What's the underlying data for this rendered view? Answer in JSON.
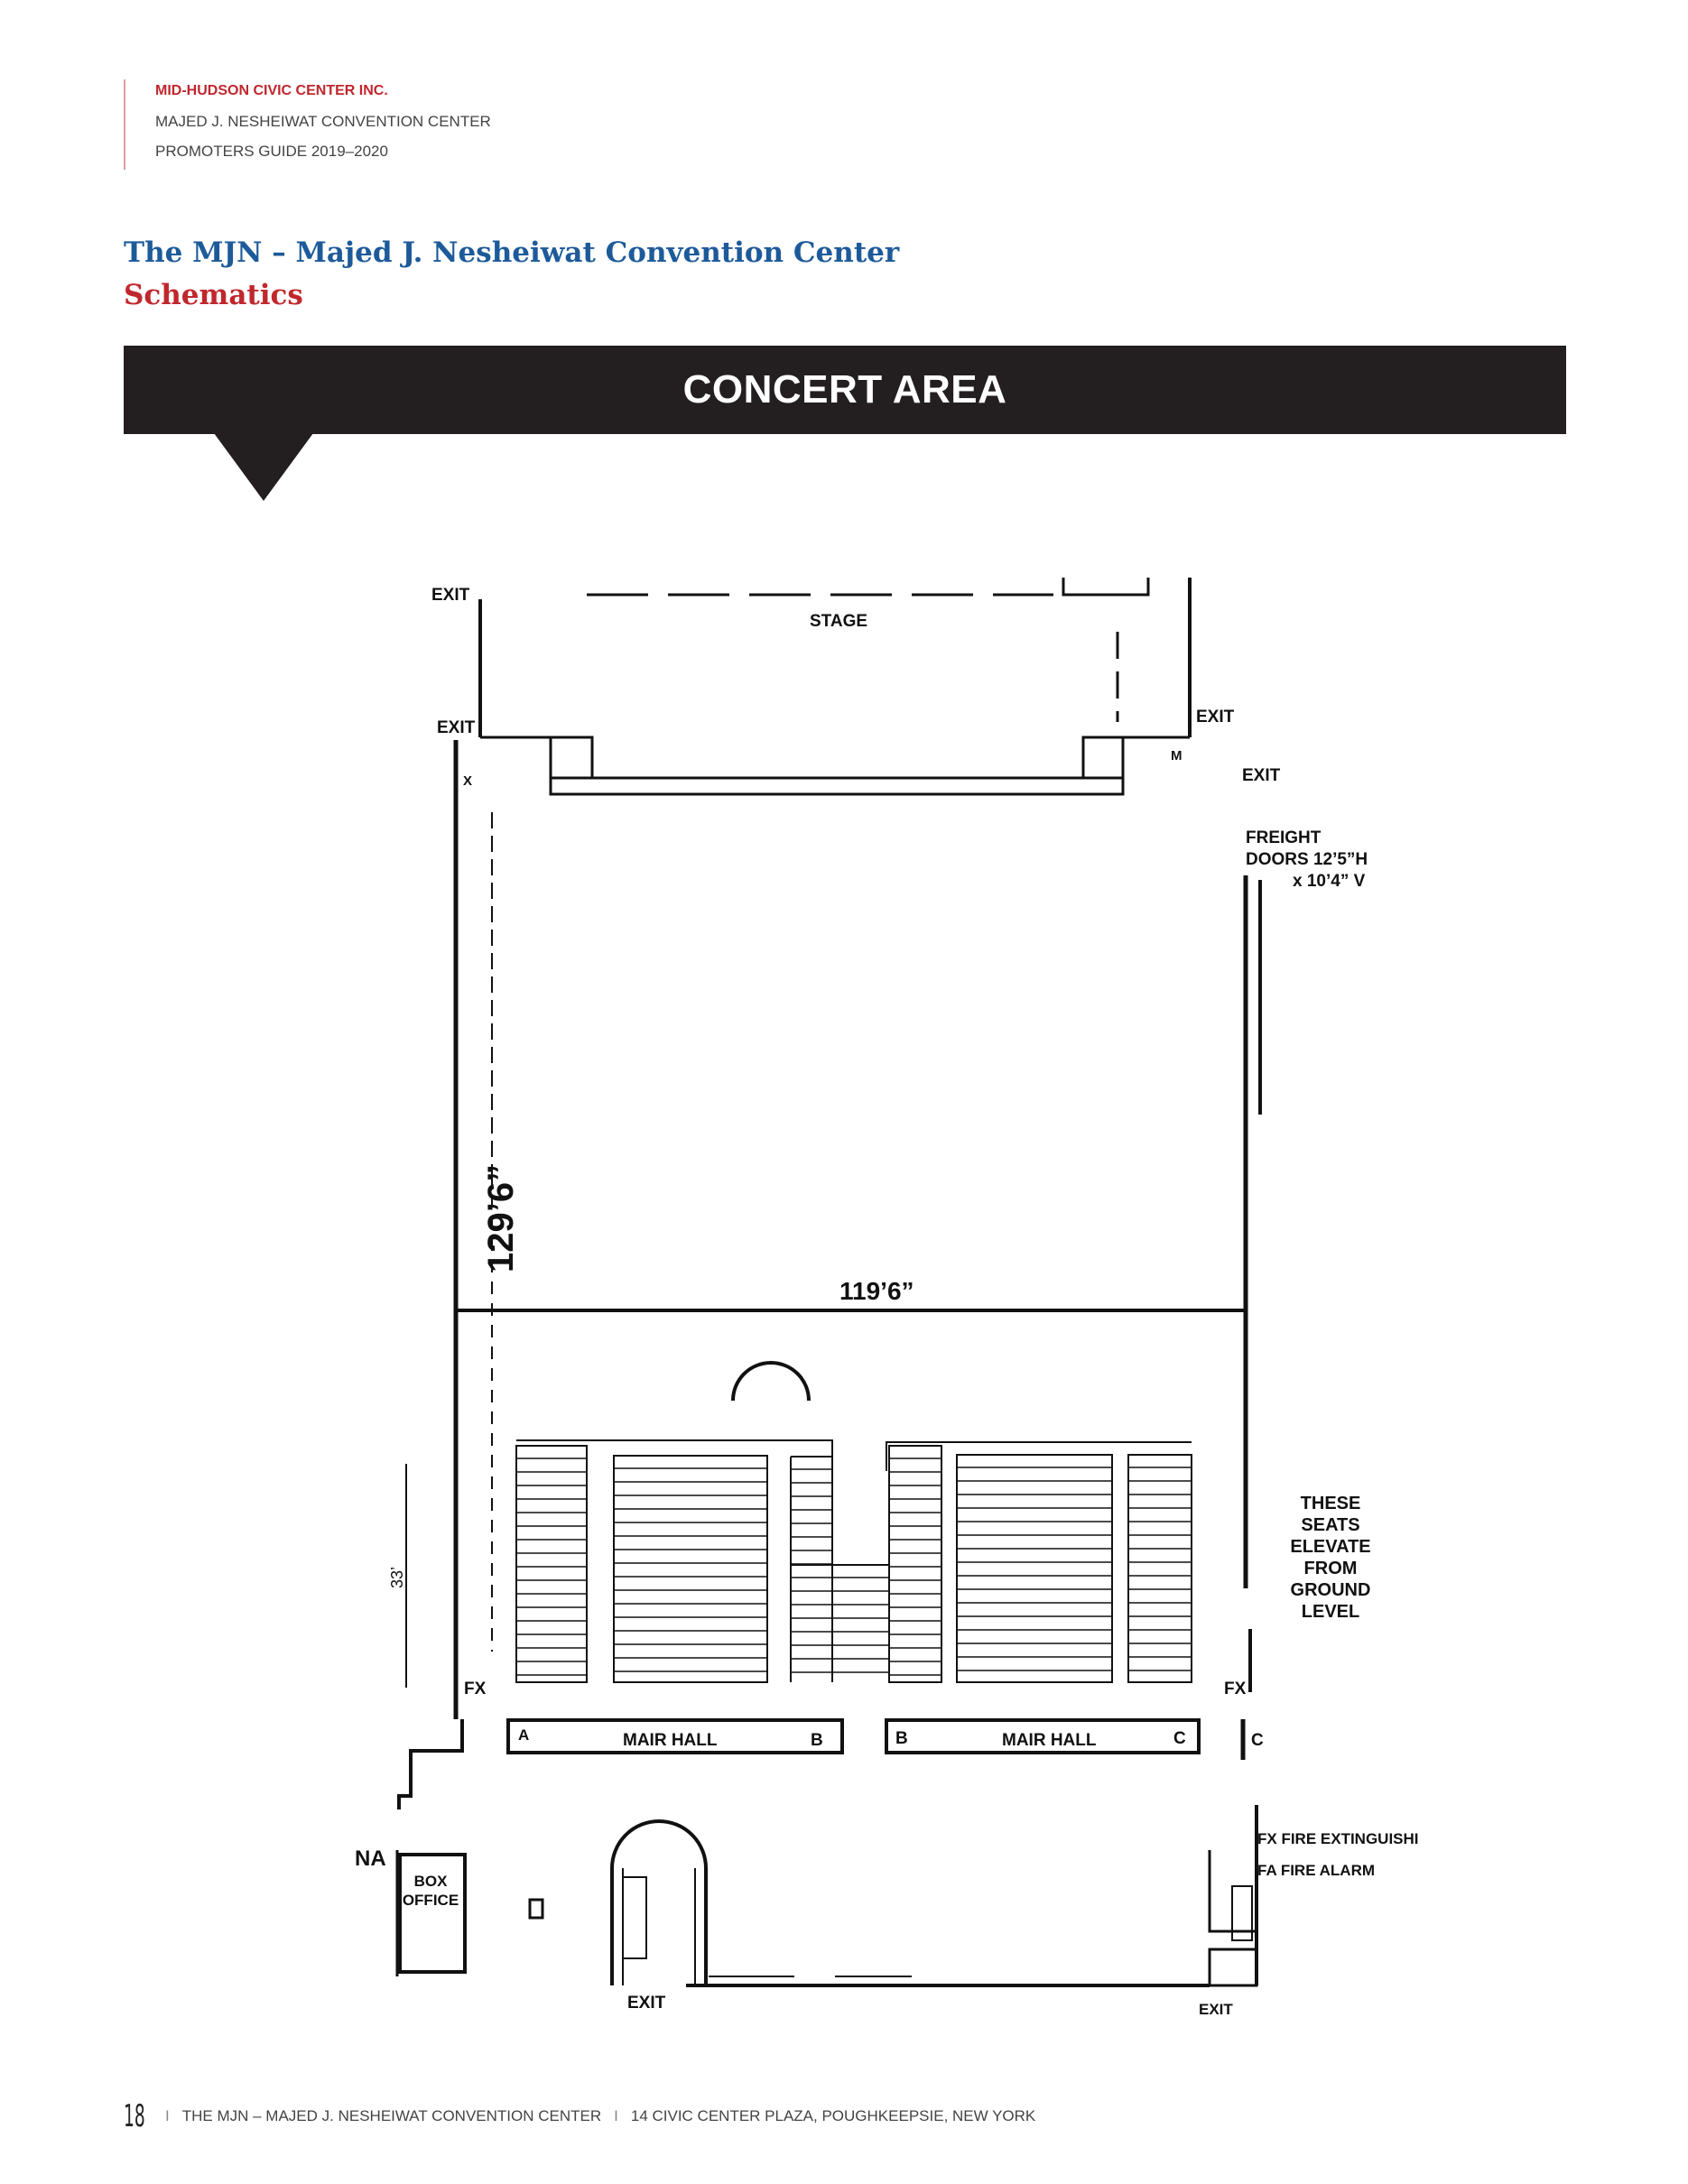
{
  "header": {
    "org": "MID-HUDSON CIVIC CENTER INC.",
    "line2": "MAJED J. NESHEIWAT CONVENTION CENTER",
    "line3": "PROMOTERS GUIDE 2019–2020"
  },
  "title": {
    "main": "The MJN – Majed J. Nesheiwat Convention Center",
    "sub": "Schematics"
  },
  "banner": "CONCERT AREA",
  "plan": {
    "exit_top_left": "EXIT",
    "stage": "STAGE",
    "exit_left_stage": "EXIT",
    "exit_right_stage": "EXIT",
    "m_mark": "M",
    "x_mark": "X",
    "exit_right": "EXIT",
    "freight_1": "FREIGHT",
    "freight_2": "DOORS 12’5”H",
    "freight_3": "x  10’4” V",
    "length": "129’6”",
    "width": "119’6”",
    "height_33": "33’",
    "seats_1": "THESE",
    "seats_2": "SEATS",
    "seats_3": "ELEVATE",
    "seats_4": "FROM",
    "seats_5": "GROUND",
    "seats_6": "LEVEL",
    "fx_left": "FX",
    "fx_right": "FX",
    "hall_a": "A",
    "hall_label_1": "MAIR HALL",
    "hall_b1": "B",
    "hall_b2": "B",
    "hall_label_2": "MAIR HALL",
    "hall_c1": "C",
    "hall_c2": "C",
    "na": "NA",
    "box_1": "BOX",
    "box_2": "OFFICE",
    "legend_fx": "FX FIRE EXTINGUISHI",
    "legend_fa": "FA   FIRE ALARM",
    "exit_bottom": "EXIT",
    "exit_bottom_right": "EXIT"
  },
  "footer": {
    "page": "18",
    "sep": "I",
    "center": "THE MJN – MAJED J. NESHEIWAT CONVENTION CENTER",
    "address": "14 CIVIC CENTER PLAZA, POUGHKEEPSIE, NEW YORK"
  }
}
